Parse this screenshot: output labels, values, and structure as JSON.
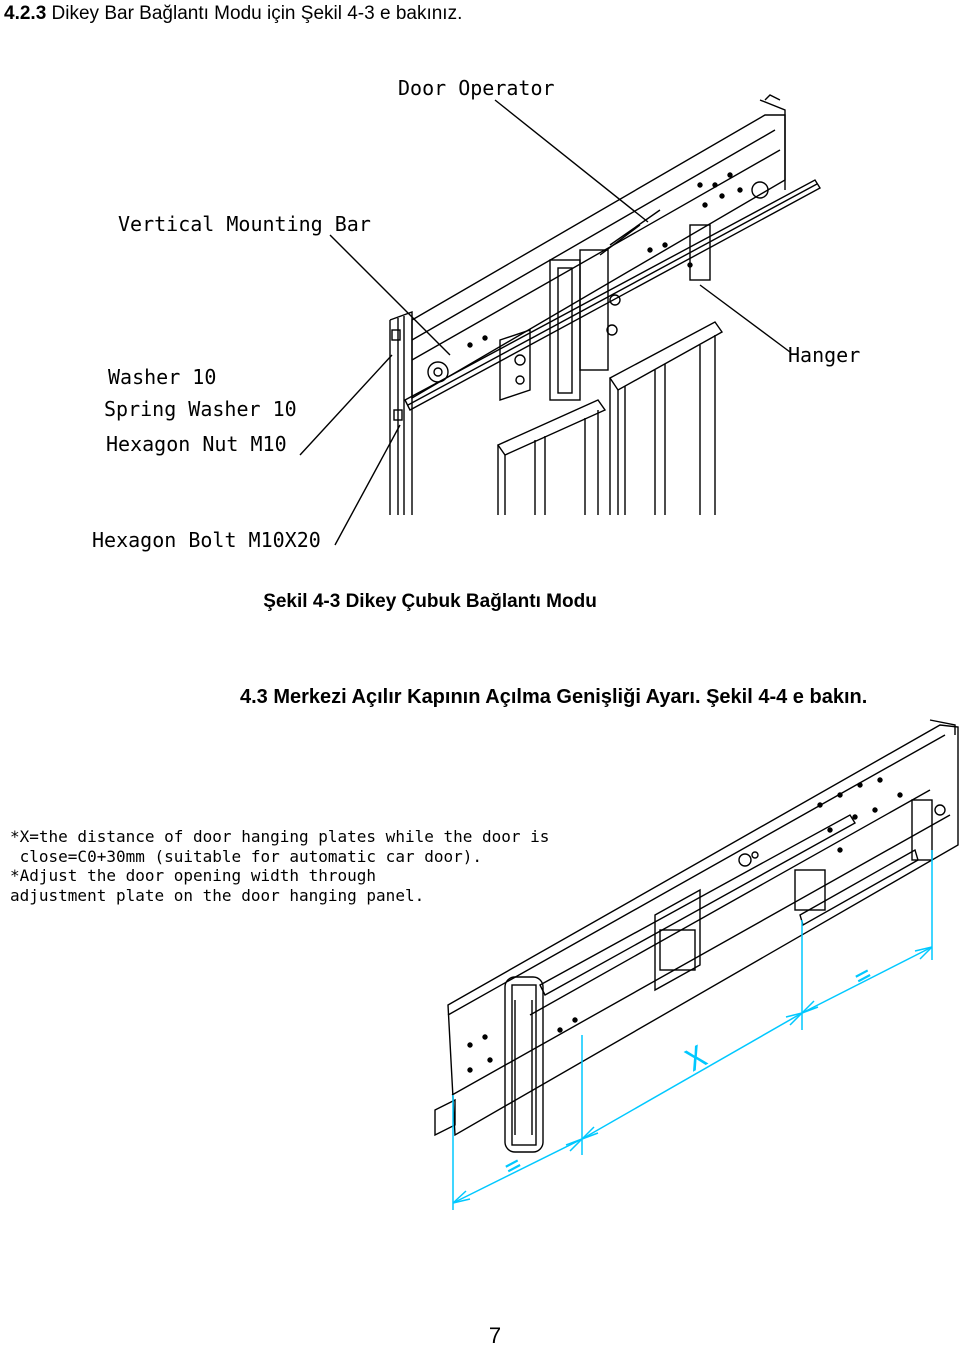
{
  "section_heading": {
    "number": "4.2.3",
    "text": "Dikey Bar Bağlantı Modu için Şekil 4-3 e bakınız."
  },
  "figure_4_3": {
    "labels": {
      "door_operator": "Door Operator",
      "vertical_mounting_bar": "Vertical Mounting Bar",
      "washer": "Washer 10",
      "spring_washer": "Spring Washer 10",
      "hex_nut": "Hexagon Nut M10",
      "hanger": "Hanger",
      "hex_bolt": "Hexagon Bolt M10X20"
    },
    "caption": "Şekil 4-3 Dikey Çubuk Bağlantı Modu"
  },
  "section_4_3": {
    "heading": "4.3 Merkezi Açılır Kapının Açılma Genişliği Ayarı. Şekil 4-4 e bakın."
  },
  "figure_4_4": {
    "notes": [
      "*X=the distance of door hanging plates while the door is",
      " close=C0+30mm (suitable for automatic car door).",
      "*Adjust the door opening width through",
      "adjustment plate on the door hanging panel."
    ],
    "dim_equal_left": "=",
    "dim_x": "X",
    "dim_equal_right": "="
  },
  "page_number": "7",
  "colors": {
    "dimension_lines": "#00c8ff",
    "drawing_lines": "#000000"
  }
}
